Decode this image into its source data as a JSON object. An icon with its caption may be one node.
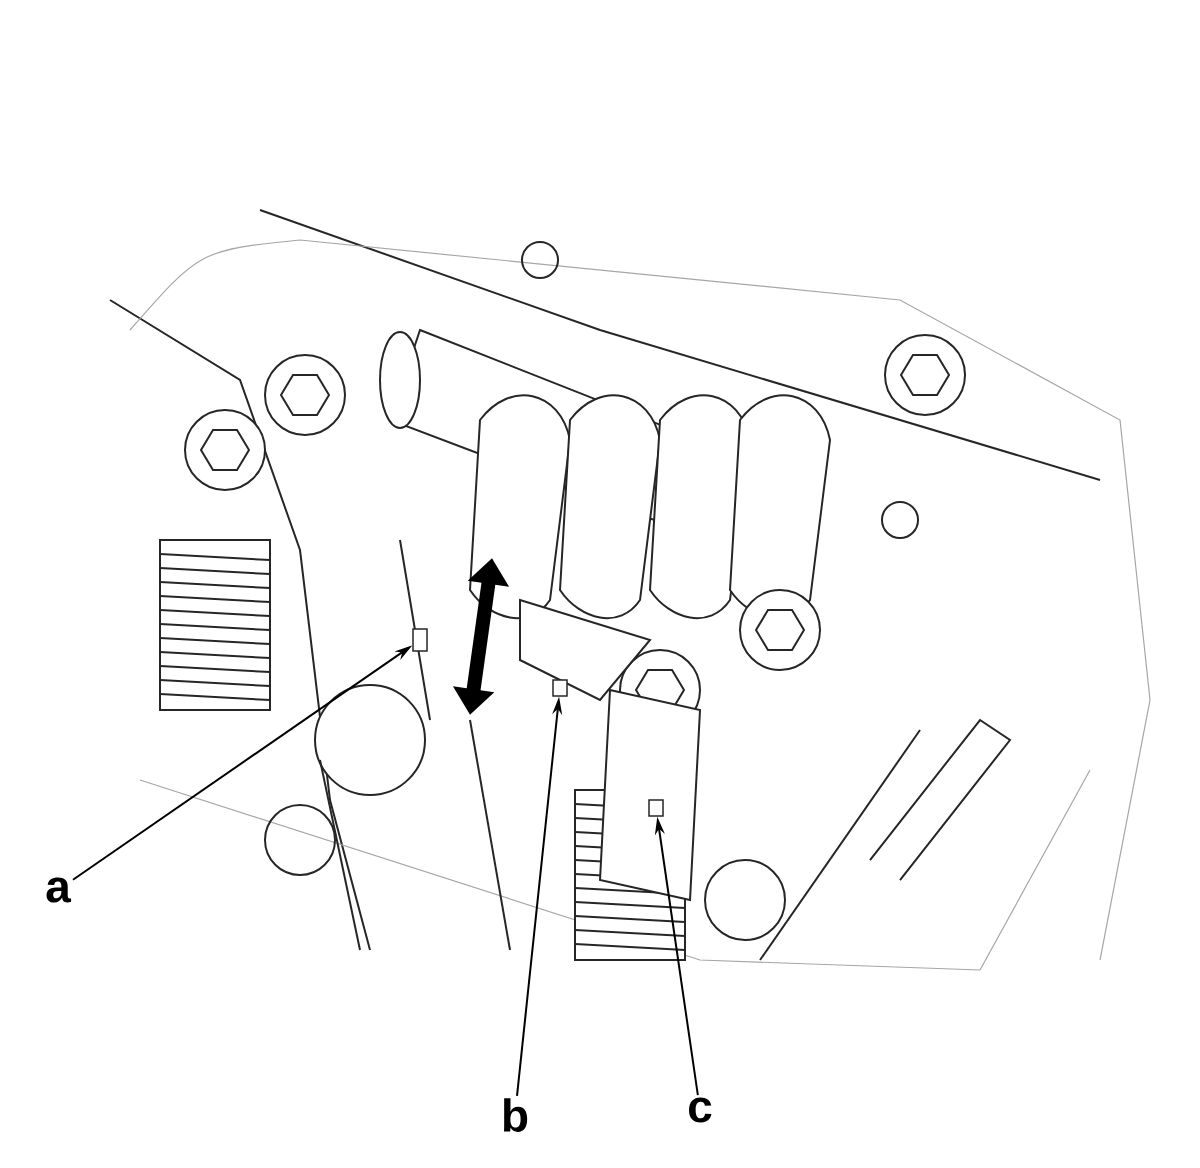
{
  "diagram": {
    "nodes": [
      {
        "text": [
          "a"
        ]
      },
      {
        "text": [],
        "shape": "box"
      },
      {
        "text": [
          "b"
        ]
      },
      {
        "text": [],
        "shape": "box"
      },
      {
        "text": [
          "c"
        ]
      },
      {
        "text": [],
        "shape": "box"
      }
    ],
    "edges": [
      {
        "from": 0,
        "to": 1,
        "arrow": "to"
      },
      {
        "from": 2,
        "to": 3,
        "arrow": "to"
      },
      {
        "from": 4,
        "to": 5,
        "arrow": "to"
      }
    ]
  }
}
